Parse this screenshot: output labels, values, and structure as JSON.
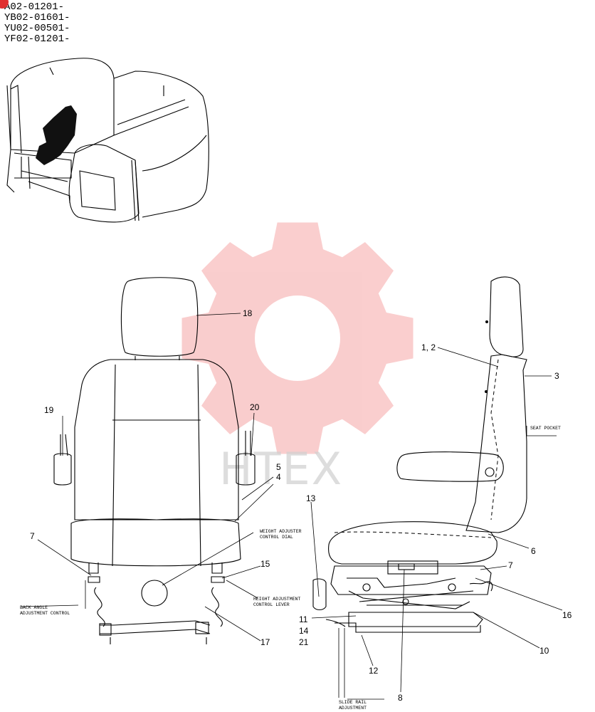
{
  "serials": [
    "A02-01201-",
    "YB02-01601-",
    "YU02-00501-",
    "YF02-01201-"
  ],
  "watermark": {
    "text": "HTEX",
    "gear_color": "#f5a5a5"
  },
  "badge_color": "#e03030",
  "callouts": {
    "c18": "18",
    "c12b": "1, 2",
    "c3": "3",
    "c19": "19",
    "c20": "20",
    "c5": "5",
    "c4": "4",
    "c13": "13",
    "c7a": "7",
    "c7b": "7",
    "c15": "15",
    "c6": "6",
    "c16": "16",
    "c11": "11",
    "c14": "14",
    "c21": "21",
    "c17": "17",
    "c10": "10",
    "c12": "12",
    "c8": "8"
  },
  "notes": {
    "seat_pocket": "SEAT POCKET",
    "weight_adjuster_1": "WEIGHT ADJUSTER",
    "weight_adjuster_2": "CONTROL DIAL",
    "height_adjust_1": "HEIGHT ADJUSTMENT",
    "height_adjust_2": "CONTROL LEVER",
    "back_angle_1": "BACK ANGLE",
    "back_angle_2": "ADJUSTMENT CONTROL",
    "slide_rail_1": "SLIDE RAIL",
    "slide_rail_2": "ADJUSTMENT"
  }
}
